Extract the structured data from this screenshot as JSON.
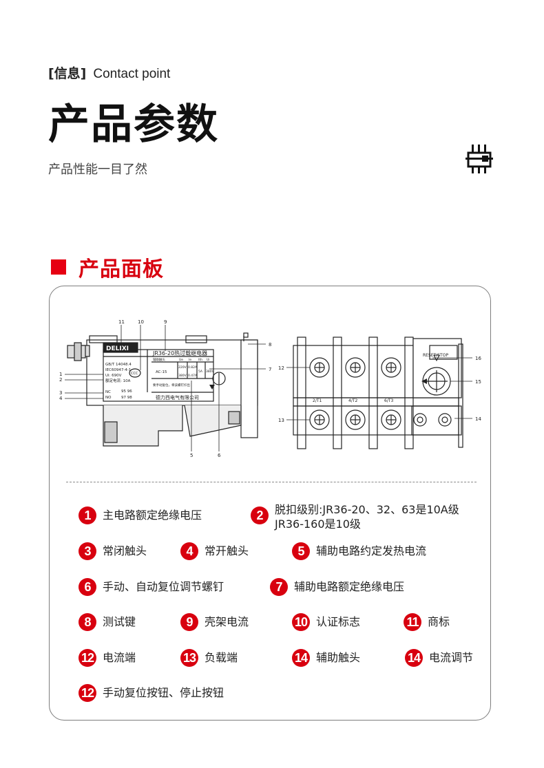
{
  "header": {
    "tag": "[信息]",
    "tag_en": "Contact point",
    "title": "产品参数",
    "subtitle": "产品性能一目了然",
    "icon": "relay-icon"
  },
  "section": {
    "title": "产品面板",
    "accent_color": "#e60012"
  },
  "diagram": {
    "brand": "DELIXI",
    "model_title": "JR36-20热过载继电器",
    "std_line1": "GB/T 14048.4",
    "std_line2": "IEC60947-4-1",
    "ui_line": "Ui: 690V",
    "ith_line": "额定电流: 10A",
    "nc_label": "NC",
    "no_label": "NO",
    "nc_terms": "95  96",
    "no_terms": "97  98",
    "cert_mark": "CCC",
    "spec_head": [
      "辅助触头",
      "Ue",
      "Ie",
      "Ith",
      "Ui"
    ],
    "spec_ac": "AC-15",
    "spec_r1": [
      "220V",
      "0.82A"
    ],
    "spec_r2": [
      "380V",
      "0.47A"
    ],
    "spec_ith": "5A",
    "spec_ui": "380V",
    "reset_note": "要手动复位，将该螺钉拧出",
    "company": "德力西电气有限公司",
    "terminals": [
      "2/T1",
      "4/T2",
      "6/T3"
    ],
    "reset_label": "RESET/STOP",
    "callouts": [
      "11",
      "10",
      "9",
      "8",
      "7",
      "1",
      "2",
      "3",
      "4",
      "5",
      "6",
      "12",
      "13",
      "16",
      "15",
      "14"
    ]
  },
  "legend": [
    {
      "num": "1",
      "label": "主电路额定绝缘电压"
    },
    {
      "num": "2",
      "label": "脱扣级别:JR36-20、32、63是10A级\nJR36-160是10级"
    },
    {
      "num": "3",
      "label": "常闭触头"
    },
    {
      "num": "4",
      "label": "常开触头"
    },
    {
      "num": "5",
      "label": "辅助电路约定发热电流"
    },
    {
      "num": "6",
      "label": "手动、自动复位调节螺钉"
    },
    {
      "num": "7",
      "label": "辅助电路额定绝缘电压"
    },
    {
      "num": "8",
      "label": "测试键"
    },
    {
      "num": "9",
      "label": "壳架电流"
    },
    {
      "num": "10",
      "label": "认证标志"
    },
    {
      "num": "11",
      "label": "商标"
    },
    {
      "num": "12",
      "label": "电流端"
    },
    {
      "num": "13",
      "label": "负载端"
    },
    {
      "num": "14",
      "label": "辅助触头"
    },
    {
      "num": "14",
      "label": "电流调节"
    },
    {
      "num": "12",
      "label": "手动复位按钮、停止按钮"
    }
  ]
}
